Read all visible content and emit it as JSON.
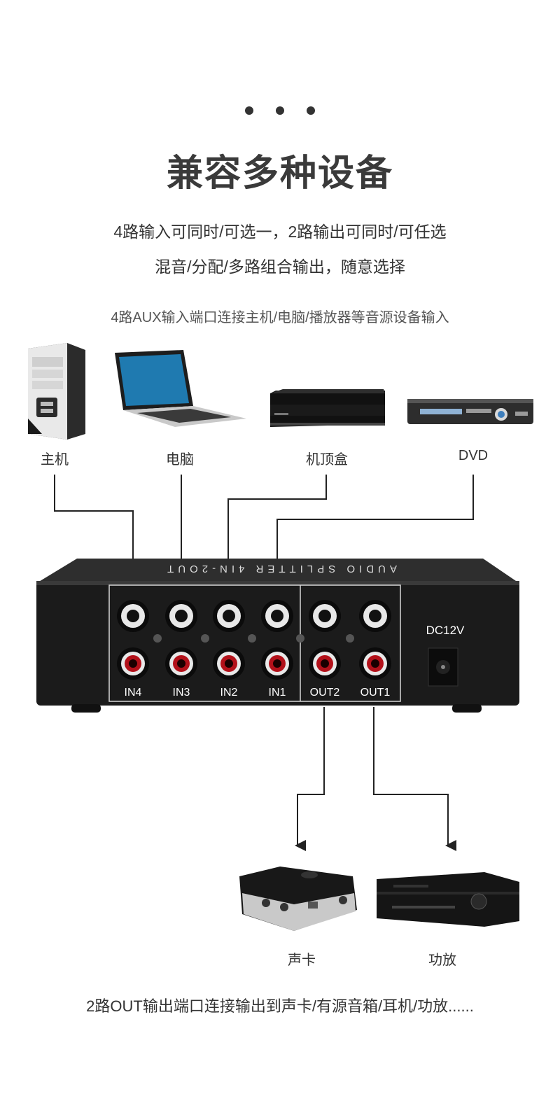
{
  "header": {
    "title": "兼容多种设备",
    "subtitle_line1": "4路输入可同时/可选一，2路输出可同时/可任选",
    "subtitle_line2": "混音/分配/多路组合输出，随意选择"
  },
  "input_caption": "4路AUX输入端口连接主机/电脑/播放器等音源设备输入",
  "sources": [
    {
      "label": "主机",
      "icon": "desktop-tower-icon"
    },
    {
      "label": "电脑",
      "icon": "laptop-icon"
    },
    {
      "label": "机顶盒",
      "icon": "set-top-box-icon"
    },
    {
      "label": "DVD",
      "icon": "dvd-player-icon"
    }
  ],
  "device": {
    "top_text": "AUDIO SPLITTER 4IN-2OUT",
    "power_label": "DC12V",
    "ports": [
      "IN4",
      "IN3",
      "IN2",
      "IN1",
      "OUT2",
      "OUT1"
    ]
  },
  "outputs": [
    {
      "label": "声卡",
      "icon": "sound-card-icon"
    },
    {
      "label": "功放",
      "icon": "amplifier-icon"
    }
  ],
  "output_caption": "2路OUT输出端口连接输出到声卡/有源音箱/耳机/功放......",
  "colors": {
    "red_jack": "#b3111a",
    "white_jack": "#e8e8e8",
    "body": "#1b1b1b"
  }
}
